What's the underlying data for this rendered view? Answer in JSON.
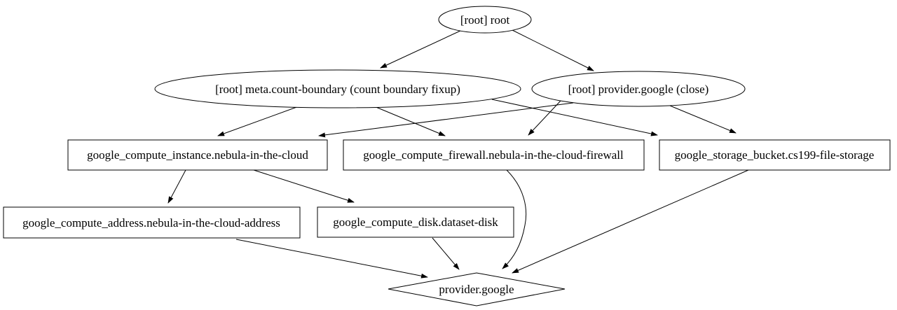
{
  "diagram": {
    "kind": "terraform-dependency-graph",
    "background_color": "#ffffff",
    "stroke_color": "#000000",
    "text_color": "#000000",
    "nodes": {
      "root": {
        "label": "[root] root",
        "shape": "ellipse"
      },
      "meta_count_boundary": {
        "label": "[root] meta.count-boundary (count boundary fixup)",
        "shape": "ellipse"
      },
      "provider_google_close": {
        "label": "[root] provider.google (close)",
        "shape": "ellipse"
      },
      "compute_instance": {
        "label": "google_compute_instance.nebula-in-the-cloud",
        "shape": "box"
      },
      "compute_firewall": {
        "label": "google_compute_firewall.nebula-in-the-cloud-firewall",
        "shape": "box"
      },
      "storage_bucket": {
        "label": "google_storage_bucket.cs199-file-storage",
        "shape": "box"
      },
      "compute_address": {
        "label": "google_compute_address.nebula-in-the-cloud-address",
        "shape": "box"
      },
      "compute_disk": {
        "label": "google_compute_disk.dataset-disk",
        "shape": "box"
      },
      "provider_google": {
        "label": "provider.google",
        "shape": "diamond"
      }
    },
    "edges": [
      {
        "from": "root",
        "to": "meta_count_boundary"
      },
      {
        "from": "root",
        "to": "provider_google_close"
      },
      {
        "from": "meta_count_boundary",
        "to": "compute_instance"
      },
      {
        "from": "meta_count_boundary",
        "to": "compute_firewall"
      },
      {
        "from": "meta_count_boundary",
        "to": "storage_bucket"
      },
      {
        "from": "provider_google_close",
        "to": "compute_instance"
      },
      {
        "from": "provider_google_close",
        "to": "compute_firewall"
      },
      {
        "from": "provider_google_close",
        "to": "storage_bucket"
      },
      {
        "from": "compute_instance",
        "to": "compute_address"
      },
      {
        "from": "compute_instance",
        "to": "compute_disk"
      },
      {
        "from": "compute_firewall",
        "to": "provider_google"
      },
      {
        "from": "storage_bucket",
        "to": "provider_google"
      },
      {
        "from": "compute_address",
        "to": "provider_google"
      },
      {
        "from": "compute_disk",
        "to": "provider_google"
      }
    ]
  }
}
